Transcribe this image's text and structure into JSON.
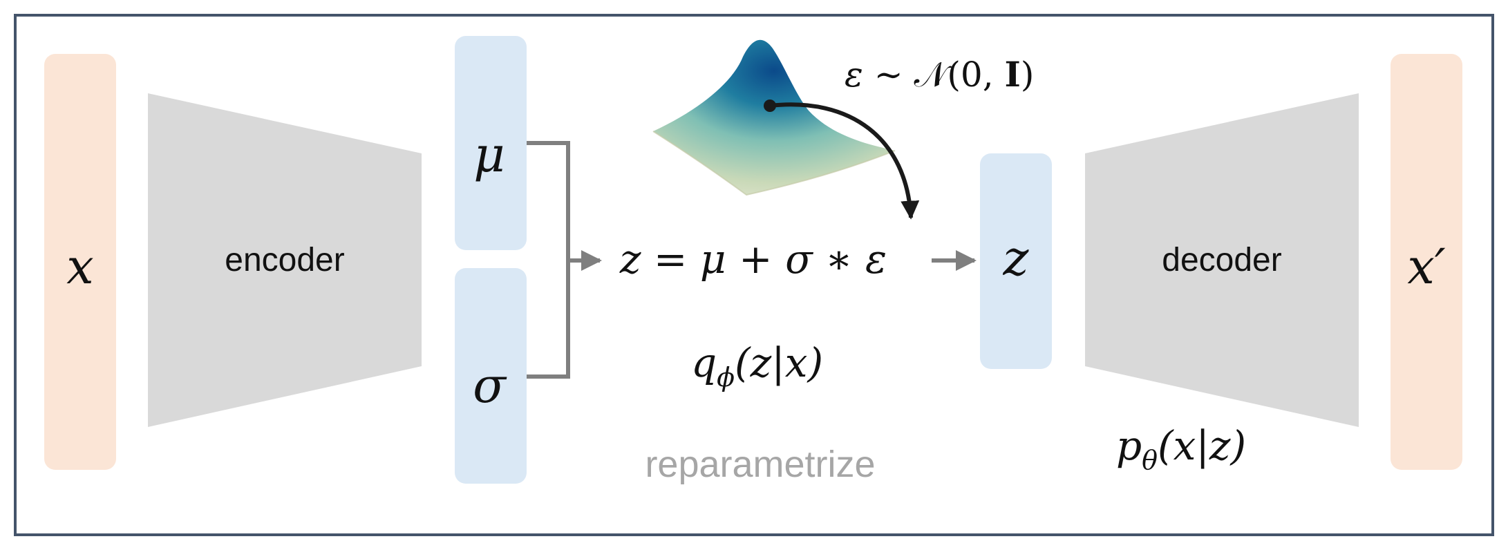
{
  "diagram": {
    "input": {
      "symbol": "x"
    },
    "encoder": {
      "label": "encoder"
    },
    "mu": {
      "symbol": "μ"
    },
    "sigma": {
      "symbol": "σ"
    },
    "noise": {
      "prefix": "ε ∼ ",
      "dist": "𝒩",
      "args_open": "(0, ",
      "identity": "I",
      "args_close": ")"
    },
    "reparam_eq": {
      "text": "z = μ + σ ∗ ε"
    },
    "posterior": {
      "q": "q",
      "sub": "ϕ",
      "args": "(z|x)"
    },
    "latent": {
      "symbol": "z"
    },
    "decoder": {
      "label": "decoder"
    },
    "likelihood": {
      "p": "p",
      "sub": "θ",
      "args": "(x|z)"
    },
    "output": {
      "symbol": "x′"
    },
    "reparametrize_caption": "reparametrize",
    "colors": {
      "frame": "#44546a",
      "input_output_bar": "#fbe5d6",
      "latent_bar": "#dae8f5",
      "trapezoid": "#d9d9d9",
      "arrow": "#7f7f7f",
      "caption": "#a6a6a6"
    }
  }
}
